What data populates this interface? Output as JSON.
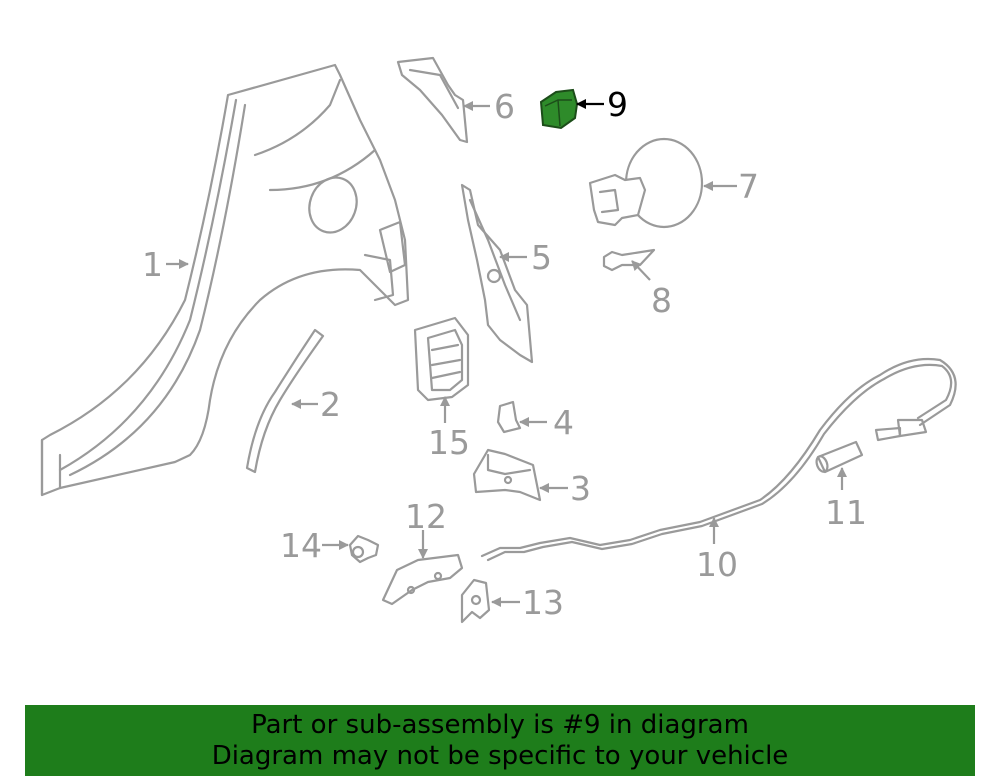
{
  "diagram": {
    "highlight_color": "#2e8b2a",
    "callouts": [
      "1",
      "2",
      "3",
      "4",
      "5",
      "6",
      "7",
      "8",
      "9",
      "10",
      "11",
      "12",
      "13",
      "14",
      "15"
    ],
    "highlighted": "9"
  },
  "banner": {
    "line1": "Part or sub-assembly is #9 in diagram",
    "line2": "Diagram may not be specific to your vehicle",
    "background": "#1e7d1b"
  }
}
